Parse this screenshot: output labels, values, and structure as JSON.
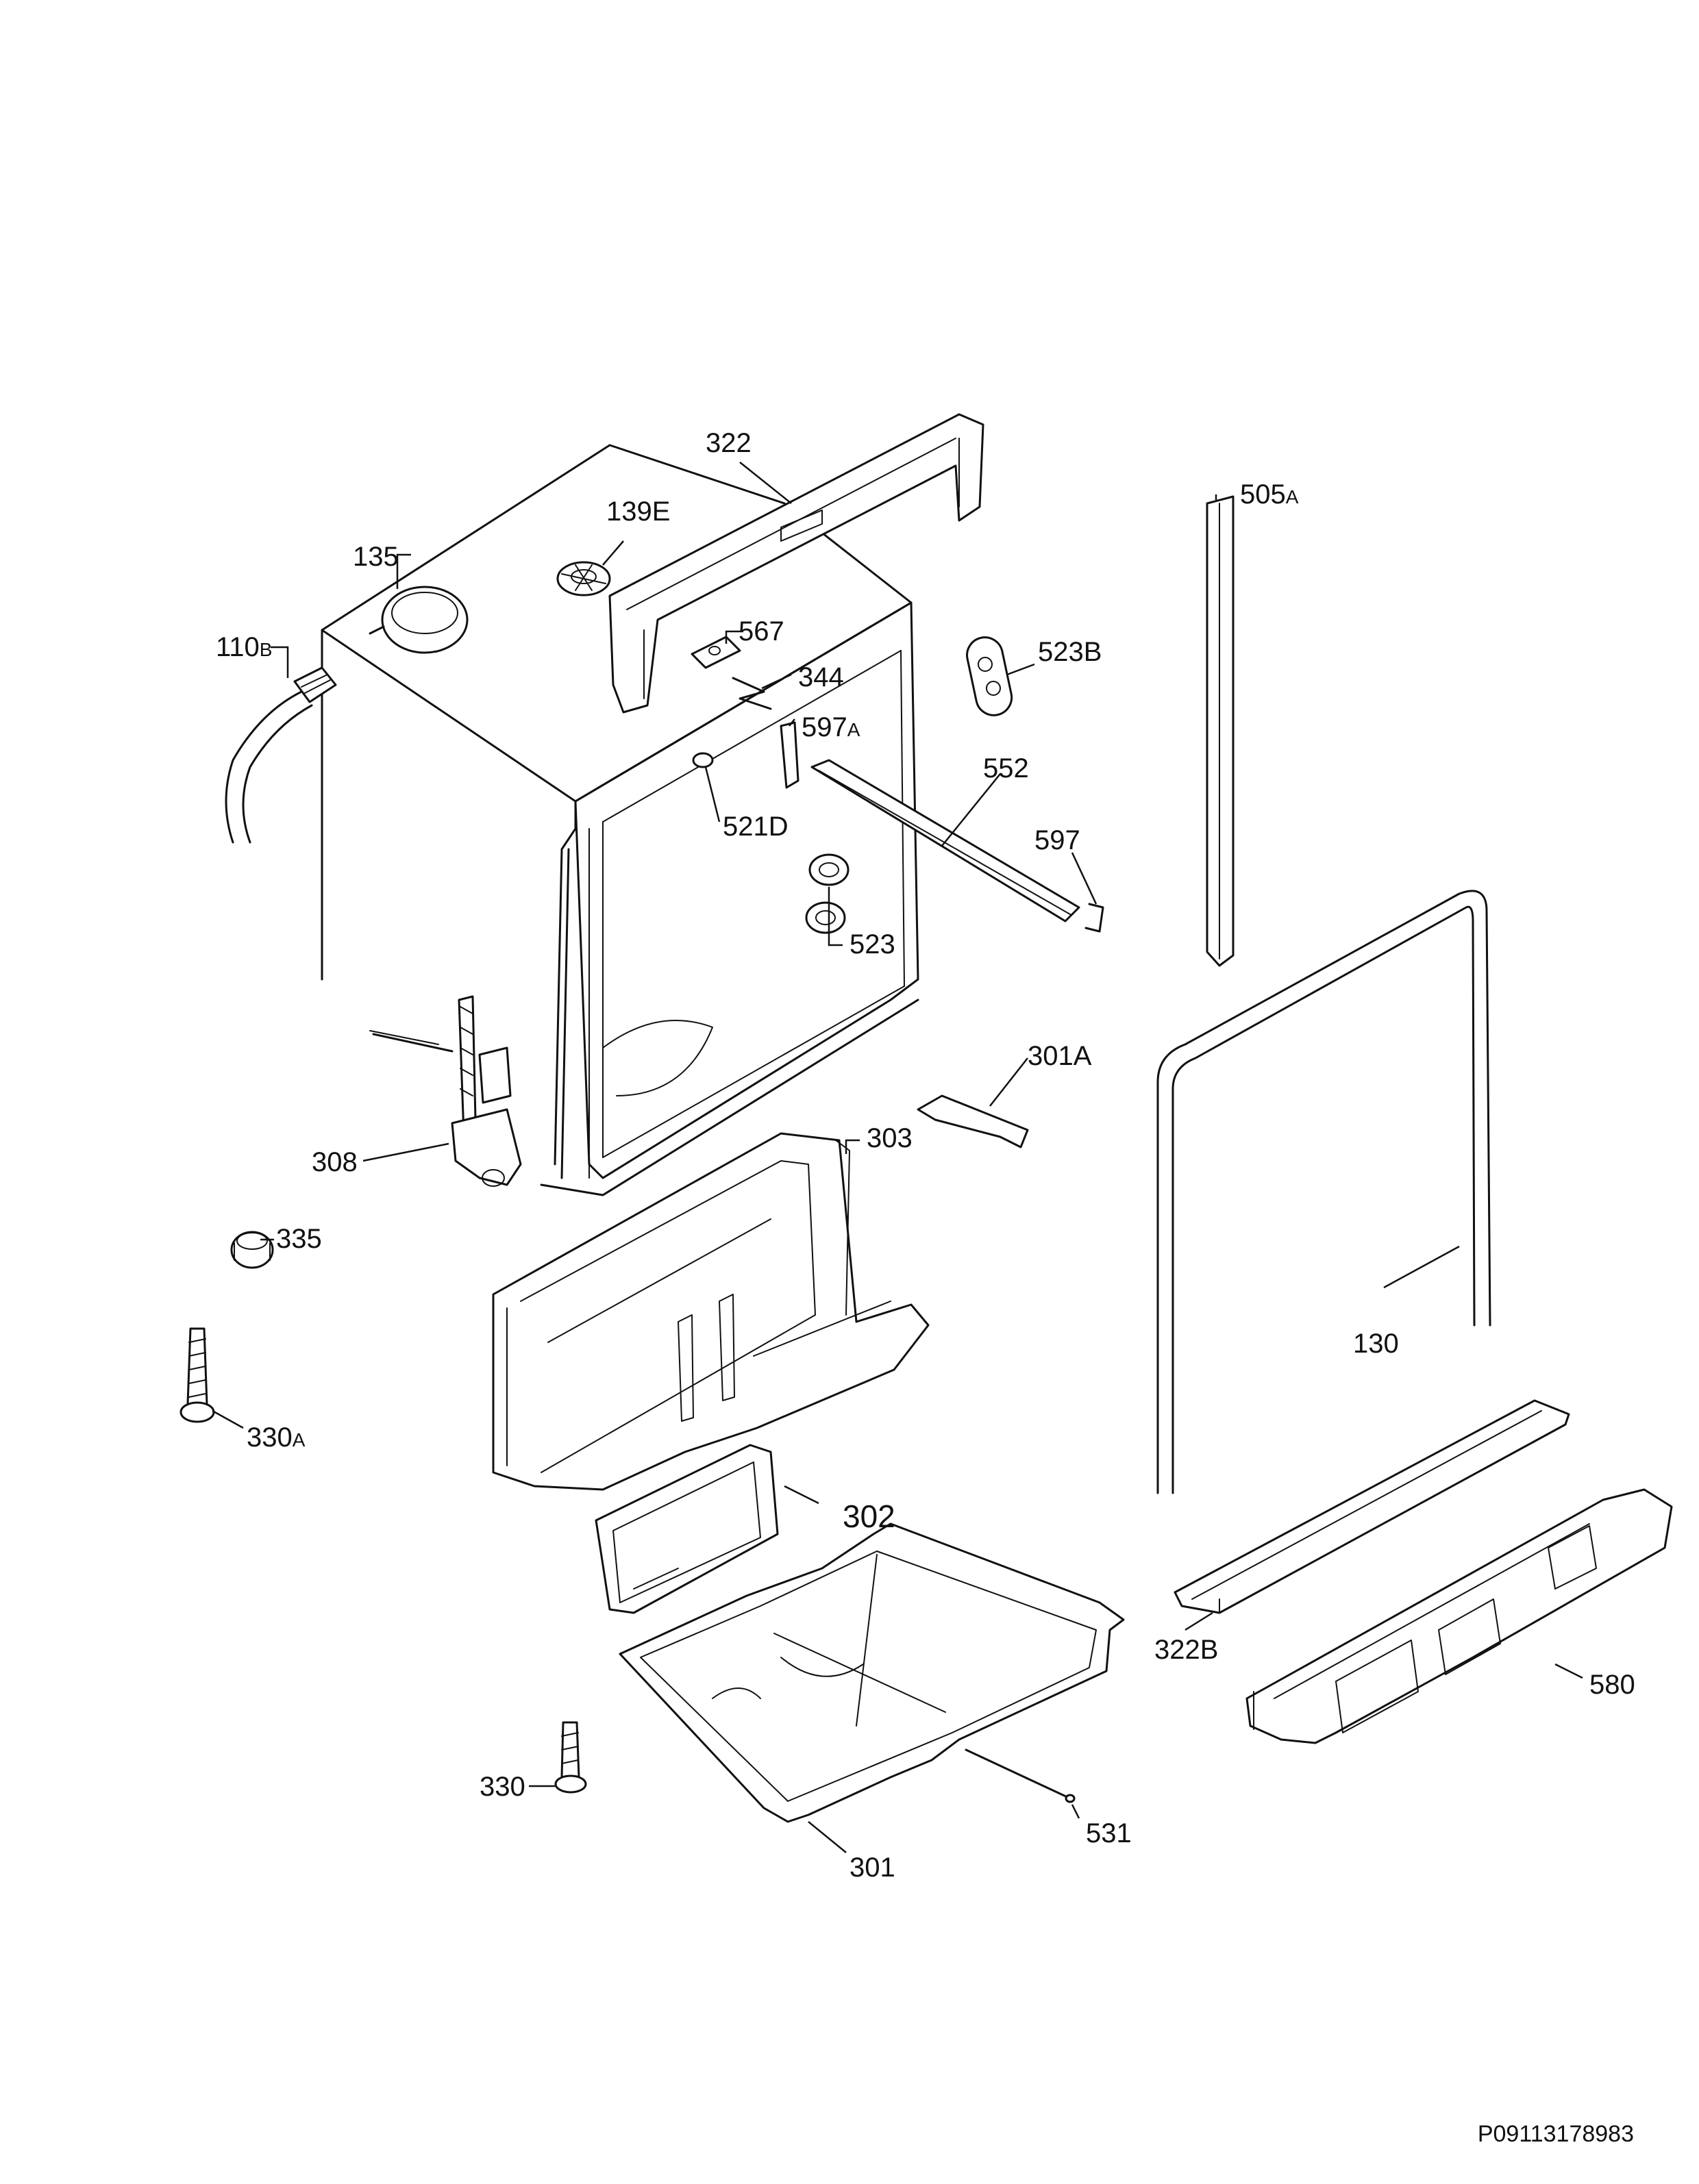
{
  "diagram": {
    "reference_code": "P09113178983",
    "labels": [
      {
        "id": "322",
        "text": "322"
      },
      {
        "id": "139E",
        "text": "139E"
      },
      {
        "id": "135",
        "text": "135"
      },
      {
        "id": "505A",
        "text": "505",
        "suffix": "A"
      },
      {
        "id": "110B",
        "text": "110",
        "suffix": "B"
      },
      {
        "id": "567",
        "text": "567"
      },
      {
        "id": "344",
        "text": "344"
      },
      {
        "id": "523B",
        "text": "523B"
      },
      {
        "id": "597A",
        "text": "597",
        "suffix": "A"
      },
      {
        "id": "552",
        "text": "552"
      },
      {
        "id": "521D",
        "text": "521D"
      },
      {
        "id": "597",
        "text": "597"
      },
      {
        "id": "523",
        "text": "523"
      },
      {
        "id": "301A",
        "text": "301A"
      },
      {
        "id": "303",
        "text": "303"
      },
      {
        "id": "308",
        "text": "308"
      },
      {
        "id": "335",
        "text": "335"
      },
      {
        "id": "130",
        "text": "130"
      },
      {
        "id": "330A",
        "text": "330",
        "suffix": "A"
      },
      {
        "id": "302",
        "text": "302"
      },
      {
        "id": "322B",
        "text": "322B"
      },
      {
        "id": "580",
        "text": "580"
      },
      {
        "id": "330",
        "text": "330"
      },
      {
        "id": "531",
        "text": "531"
      },
      {
        "id": "301",
        "text": "301"
      }
    ]
  }
}
